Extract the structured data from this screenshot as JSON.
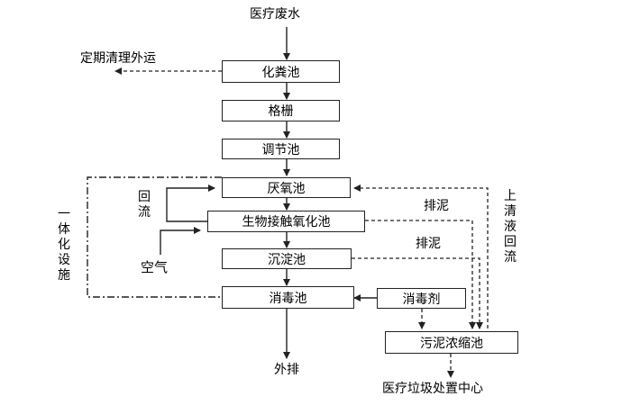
{
  "title": "医疗废水",
  "boxes": {
    "septic_tank": "化粪池",
    "grille": "格栅",
    "regulating_tank": "调节池",
    "anoxic_tank": "厌氧池",
    "contact_oxidation_tank": "生物接触氧化池",
    "sedimentation_tank": "沉淀池",
    "disinfection_tank": "消毒池",
    "disinfectant": "消毒剂",
    "sludge_thickening_tank": "污泥浓缩池"
  },
  "labels": {
    "periodic_cleaning": "定期清理外运",
    "return_flow": "回流",
    "air": "空气",
    "integrated_facility": "一体化设施",
    "sludge_discharge_1": "排泥",
    "sludge_discharge_2": "排泥",
    "supernatant_return": "上清液回流",
    "discharge": "外排",
    "medical_waste_center": "医疗垃圾处置中心"
  },
  "colors": {
    "line": "#222222",
    "background": "#ffffff"
  }
}
